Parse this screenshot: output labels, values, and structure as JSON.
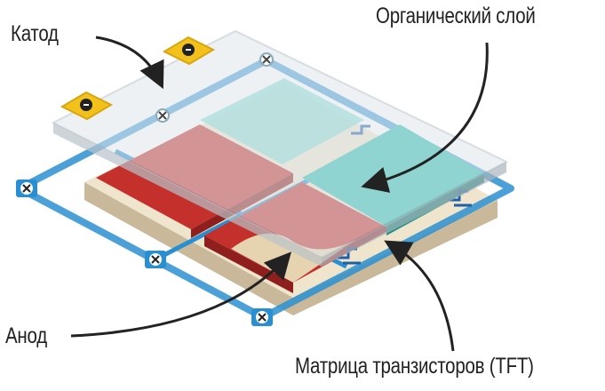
{
  "labels": {
    "cathode": "Катод",
    "organic_layer": "Органический слой",
    "anode": "Анод",
    "tft_matrix": "Матрица транзисторов (TFT)"
  },
  "colors": {
    "frame_blue": "#2a8fd0",
    "anode_red": "#c4302b",
    "organic_teal": "#2fbfae",
    "substrate_beige": "#e9dcc1",
    "tab_yellow": "#f2c21b",
    "glass": "#dde3e8"
  }
}
